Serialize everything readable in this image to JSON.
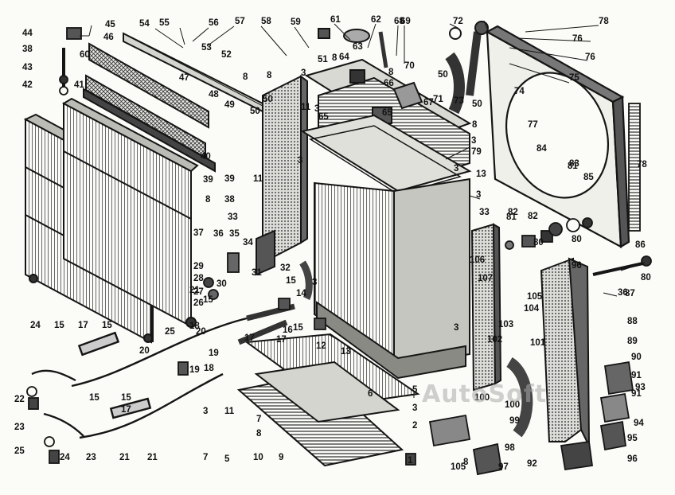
{
  "diagram": {
    "colors": {
      "ink": "#151515",
      "paper": "#fbfbf8",
      "shade": "#4a4a4a",
      "light": "#9a9a9a"
    },
    "watermark": "AutoSoft",
    "callouts": [
      "1",
      "2",
      "3",
      "3",
      "3",
      "3",
      "3",
      "3",
      "3",
      "3",
      "3",
      "3",
      "5",
      "5",
      "6",
      "7",
      "7",
      "8",
      "8",
      "8",
      "8",
      "8",
      "8",
      "8",
      "8",
      "9",
      "10",
      "11",
      "11",
      "11",
      "12",
      "13",
      "13",
      "14",
      "15",
      "15",
      "15",
      "15",
      "15",
      "15",
      "15",
      "16",
      "17",
      "17",
      "17",
      "17",
      "18",
      "18",
      "19",
      "19",
      "20",
      "20",
      "21",
      "21",
      "21",
      "22",
      "23",
      "23",
      "24",
      "24",
      "25",
      "25",
      "26",
      "27",
      "28",
      "29",
      "30",
      "31",
      "32",
      "33",
      "33",
      "34",
      "35",
      "36",
      "36",
      "37",
      "38",
      "38",
      "39",
      "39",
      "40",
      "41",
      "42",
      "43",
      "44",
      "45",
      "46",
      "47",
      "48",
      "49",
      "50",
      "50",
      "50",
      "50",
      "51",
      "52",
      "53",
      "54",
      "55",
      "56",
      "57",
      "58",
      "59",
      "60",
      "61",
      "62",
      "63",
      "64",
      "65",
      "65",
      "66",
      "67",
      "68",
      "69",
      "70",
      "71",
      "72",
      "73",
      "74",
      "75",
      "76",
      "76",
      "77",
      "78",
      "78",
      "79",
      "80",
      "80",
      "80",
      "81",
      "81",
      "82",
      "82",
      "83",
      "84",
      "85",
      "86",
      "87",
      "88",
      "89",
      "90",
      "91",
      "91",
      "92",
      "93",
      "94",
      "95",
      "96",
      "96",
      "97",
      "98",
      "99",
      "100",
      "100",
      "101",
      "102",
      "103",
      "104",
      "105",
      "105",
      "106",
      "107"
    ]
  }
}
